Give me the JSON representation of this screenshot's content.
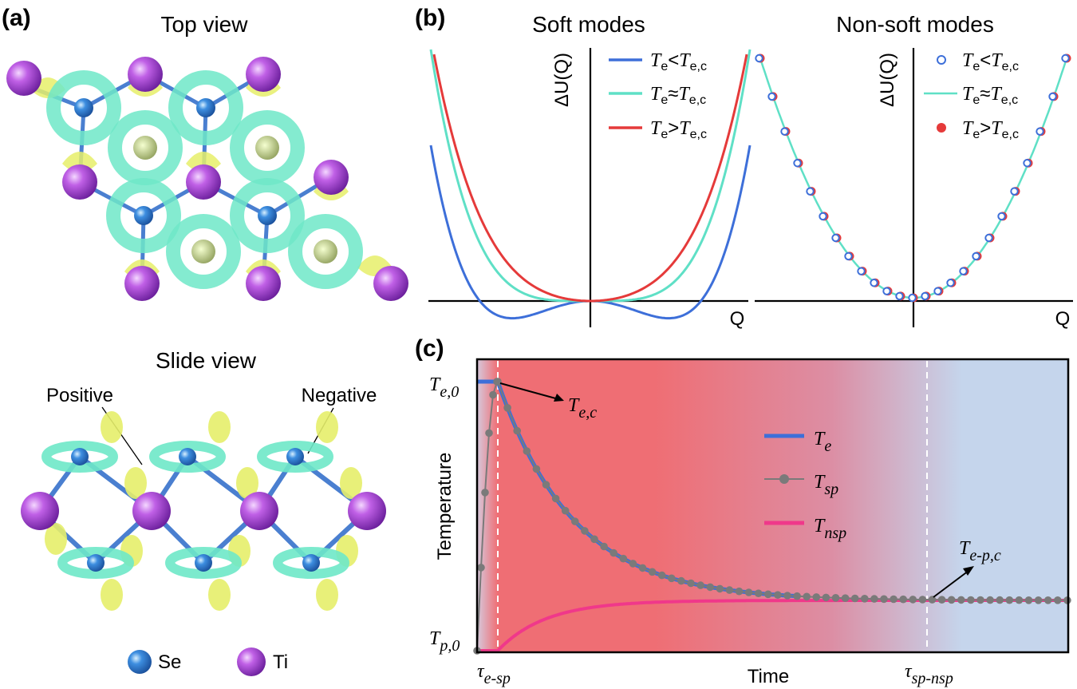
{
  "panels": {
    "a": {
      "label": "(a)",
      "top_title": "Top view",
      "side_title": "Slide view",
      "positive_label": "Positive",
      "negative_label": "Negative",
      "atom_legend": [
        {
          "name": "Se",
          "color": "#3a84d6"
        },
        {
          "name": "Ti",
          "color": "#b04ad8"
        }
      ],
      "colors": {
        "positive_isosurface": "#e6ee6a",
        "negative_isosurface": "#6ee8c8",
        "bond": "#4a7fd0"
      }
    },
    "b": {
      "label": "(b)",
      "left_title": "Soft modes",
      "right_title": "Non-soft modes",
      "y_axis_label": "ΔU(Q)",
      "x_axis_label": "Q",
      "legend": [
        {
          "T": "T",
          "sub1": "e",
          "rel": "<",
          "T2": "T",
          "sub2": "e,c",
          "color": "#3d6fd9"
        },
        {
          "T": "T",
          "sub1": "e",
          "rel": "≈",
          "T2": "T",
          "sub2": "e,c",
          "color": "#5fe0c6"
        },
        {
          "T": "T",
          "sub1": "e",
          "rel": ">",
          "T2": "T",
          "sub2": "e,c",
          "color": "#e53a3a"
        }
      ]
    },
    "c": {
      "label": "(c)",
      "y_axis_label": "Temperature",
      "x_axis_label": "Time",
      "y_tick_top": {
        "main": "T",
        "sub": "e,0"
      },
      "y_tick_bottom": {
        "main": "T",
        "sub": "p,0"
      },
      "x_tick_1": {
        "main": "τ",
        "sub": "e-sp"
      },
      "x_tick_2": {
        "main": "τ",
        "sub": "sp-nsp"
      },
      "annot_1": {
        "main": "T",
        "sub": "e,c"
      },
      "annot_2": {
        "main": "T",
        "sub": "e-p,c"
      },
      "legend": [
        {
          "main": "T",
          "sub": "e",
          "color": "#3d6fd9"
        },
        {
          "main": "T",
          "sub": "sp",
          "color": "#7a7a7a"
        },
        {
          "main": "T",
          "sub": "nsp",
          "color": "#f0388a"
        }
      ],
      "colors": {
        "bg_left": "#d6c9dc",
        "bg_mid": "#ef6e74",
        "bg_right": "#c5d5ec"
      }
    }
  },
  "chart_data": [
    {
      "type": "line",
      "panel": "(b) Soft modes",
      "title": "Soft modes",
      "xlabel": "Q",
      "ylabel": "ΔU(Q)",
      "series": [
        {
          "name": "Te<Te,c",
          "form": "double-well",
          "x": [
            -1.0,
            -0.6,
            -0.35,
            0.0,
            0.35,
            0.6,
            1.0
          ],
          "y": [
            1.0,
            0.05,
            -0.07,
            0.0,
            -0.07,
            0.05,
            1.0
          ]
        },
        {
          "name": "Te≈Te,c",
          "form": "flat-bottom quartic",
          "x": [
            -1.0,
            -0.6,
            -0.3,
            0.0,
            0.3,
            0.6,
            1.0
          ],
          "y": [
            1.05,
            0.24,
            0.02,
            0.0,
            0.02,
            0.24,
            1.05
          ]
        },
        {
          "name": "Te>Te,c",
          "form": "single-well",
          "x": [
            -1.0,
            -0.6,
            -0.3,
            0.0,
            0.3,
            0.6,
            1.0
          ],
          "y": [
            1.1,
            0.34,
            0.08,
            0.0,
            0.08,
            0.34,
            1.1
          ]
        }
      ]
    },
    {
      "type": "scatter",
      "panel": "(b) Non-soft modes",
      "title": "Non-soft modes",
      "xlabel": "Q",
      "ylabel": "ΔU(Q)",
      "series": [
        {
          "name": "Te<Te,c",
          "form": "harmonic",
          "x": [
            -1.0,
            -0.5,
            0.0,
            0.5,
            1.0
          ],
          "y": [
            1.0,
            0.25,
            0.0,
            0.25,
            1.0
          ]
        },
        {
          "name": "Te≈Te,c",
          "form": "harmonic",
          "x": [
            -1.0,
            -0.5,
            0.0,
            0.5,
            1.0
          ],
          "y": [
            1.0,
            0.25,
            0.0,
            0.25,
            1.0
          ]
        },
        {
          "name": "Te>Te,c",
          "form": "harmonic",
          "x": [
            -1.0,
            -0.5,
            0.0,
            0.5,
            1.0
          ],
          "y": [
            1.0,
            0.25,
            0.0,
            0.25,
            1.0
          ]
        }
      ]
    },
    {
      "type": "line",
      "panel": "(c)",
      "xlabel": "Time",
      "ylabel": "Temperature",
      "series": [
        {
          "name": "Te",
          "x": [
            0.0,
            0.03,
            0.1,
            0.2,
            0.35,
            0.5,
            0.7,
            1.0
          ],
          "y": [
            1.0,
            1.0,
            0.66,
            0.42,
            0.29,
            0.25,
            0.235,
            0.23
          ]
        },
        {
          "name": "Tsp",
          "x": [
            0.0,
            0.01,
            0.02,
            0.03,
            0.1,
            0.2,
            0.35,
            0.5,
            0.7,
            1.0
          ],
          "y": [
            0.0,
            0.6,
            0.95,
            1.0,
            0.66,
            0.42,
            0.29,
            0.25,
            0.235,
            0.23
          ]
        },
        {
          "name": "Tnsp",
          "x": [
            0.0,
            0.03,
            0.05,
            0.1,
            0.2,
            0.35,
            0.5,
            0.7,
            1.0
          ],
          "y": [
            0.0,
            0.0,
            0.1,
            0.15,
            0.19,
            0.215,
            0.225,
            0.23,
            0.23
          ]
        }
      ]
    }
  ]
}
